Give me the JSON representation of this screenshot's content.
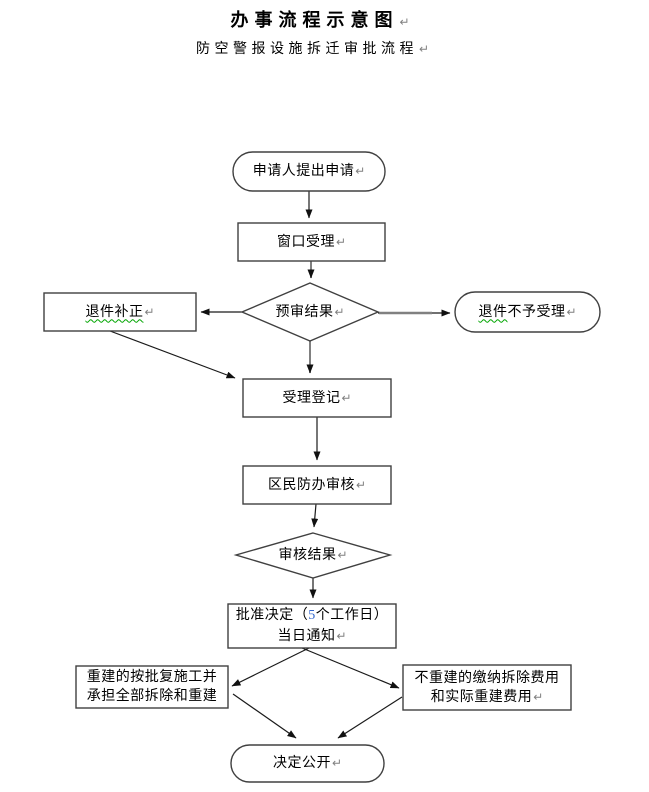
{
  "page": {
    "title": "办事流程示意图",
    "subtitle": "防空警报设施拆迁审批流程"
  },
  "marks": {
    "return_mark": "↵"
  },
  "colors": {
    "shape_stroke": "#404040",
    "connector_black": "#1a1a1a",
    "connector_gray": "#808080",
    "accent_number_blue": "#3366cc",
    "spellcheck_green": "#00a400"
  },
  "flow": {
    "start": {
      "label": "申请人提出申请"
    },
    "window_accept": {
      "label": "窗口受理"
    },
    "pre_review_result": {
      "label": "预审结果"
    },
    "return_for_correction": {
      "label": "退件补正"
    },
    "return_not_accepted": {
      "label_flagged": "退件",
      "label_rest": "不予受理"
    },
    "acceptance_register": {
      "label": "受理登记"
    },
    "district_civil_defense_review": {
      "label": "区民防办审核"
    },
    "review_result": {
      "label": "审核结果"
    },
    "approval_decision": {
      "line1_pre": "批准决定（",
      "line1_days": "5",
      "line1_post": "个工作日）",
      "line2": "当日通知"
    },
    "rebuild_note": {
      "line1": "重建的按批复施工并",
      "line2": "承担全部拆除和重建"
    },
    "no_rebuild_note": {
      "line1": "不重建的缴纳拆除费用",
      "line2": "和实际重建费用"
    },
    "decision_publish": {
      "label": "决定公开"
    }
  }
}
